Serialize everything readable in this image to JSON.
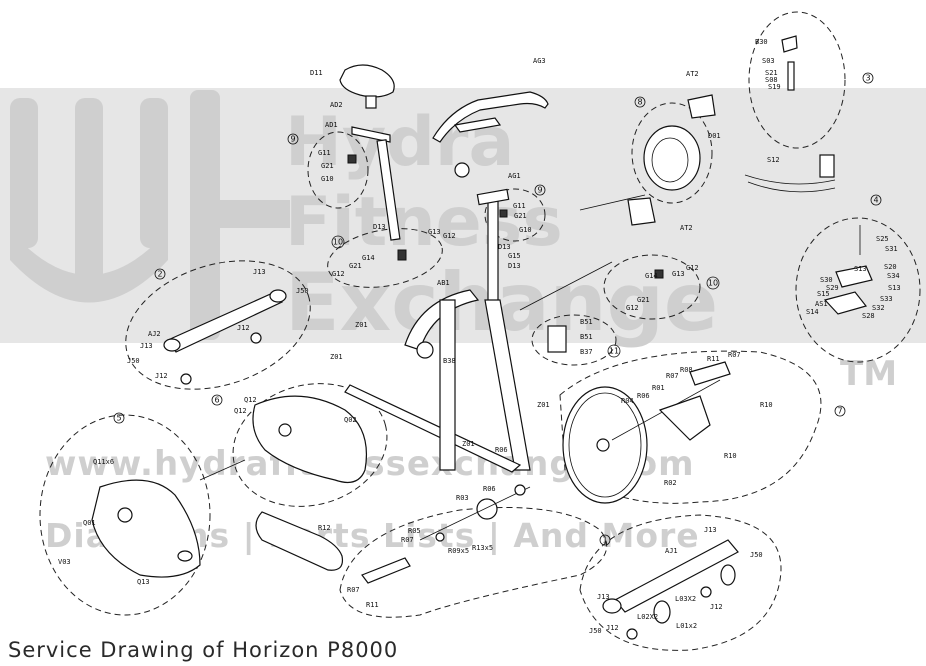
{
  "caption": "Service Drawing of Horizon P8000",
  "watermark": {
    "lines": [
      "Hydra",
      "Fitness",
      "Exchange"
    ],
    "tm": "TM",
    "url": "www.hydrafitnessexchange.com",
    "tagline": "Diagrams | Parts Lists | And More"
  },
  "groups": [
    "1",
    "2",
    "3",
    "4",
    "5",
    "6",
    "7",
    "8",
    "9",
    "9",
    "10",
    "10",
    "11"
  ],
  "labels": {
    "seat": [
      "D11",
      "AD2",
      "AD1"
    ],
    "handlebar": [
      "AG3",
      "AG1"
    ],
    "crank_housing": [
      "AT2",
      "D01",
      "AT2"
    ],
    "top_right": [
      "B30",
      "S03",
      "S21",
      "S08",
      "S19",
      "S12"
    ],
    "seat_slider": [
      "G11",
      "G21",
      "G10"
    ],
    "handle_slider": [
      "G11",
      "G21",
      "G10"
    ],
    "post_knobs": [
      "D13",
      "G13",
      "G12",
      "G14",
      "G21",
      "G12"
    ],
    "post_knobs2": [
      "D13",
      "G15",
      "D13"
    ],
    "right_knobs": [
      "G14",
      "G13",
      "G12",
      "G21",
      "G12"
    ],
    "tension": [
      "S25",
      "S31",
      "S13",
      "S20",
      "S34",
      "S30",
      "S15",
      "S29",
      "S13",
      "S33",
      "AS1",
      "S32",
      "S14",
      "S28"
    ],
    "frame": [
      "AB1",
      "Z01",
      "Z01",
      "Z01",
      "Z01",
      "B38"
    ],
    "rear_stab": [
      "J13",
      "J50",
      "AJ2",
      "J13",
      "J12",
      "J50",
      "J12"
    ],
    "brackets": [
      "B51",
      "B51",
      "B37"
    ],
    "cover_left": [
      "Q12",
      "Q12",
      "Q02"
    ],
    "flywheel": [
      "R11",
      "R07",
      "R08",
      "R07",
      "R01",
      "R06",
      "R04",
      "R10",
      "R10",
      "R02"
    ],
    "chain_cover": [
      "Q11x6",
      "Q01",
      "V03",
      "Q13"
    ],
    "belt": [
      "R12"
    ],
    "crank": [
      "R06",
      "R03",
      "R05",
      "R07",
      "R09x5",
      "R13x5",
      "R07",
      "R11"
    ],
    "front_stab": [
      "J13",
      "AJ1",
      "J50",
      "L03X2",
      "J13",
      "J12",
      "L02X2",
      "L01x2",
      "J50",
      "J12"
    ]
  }
}
